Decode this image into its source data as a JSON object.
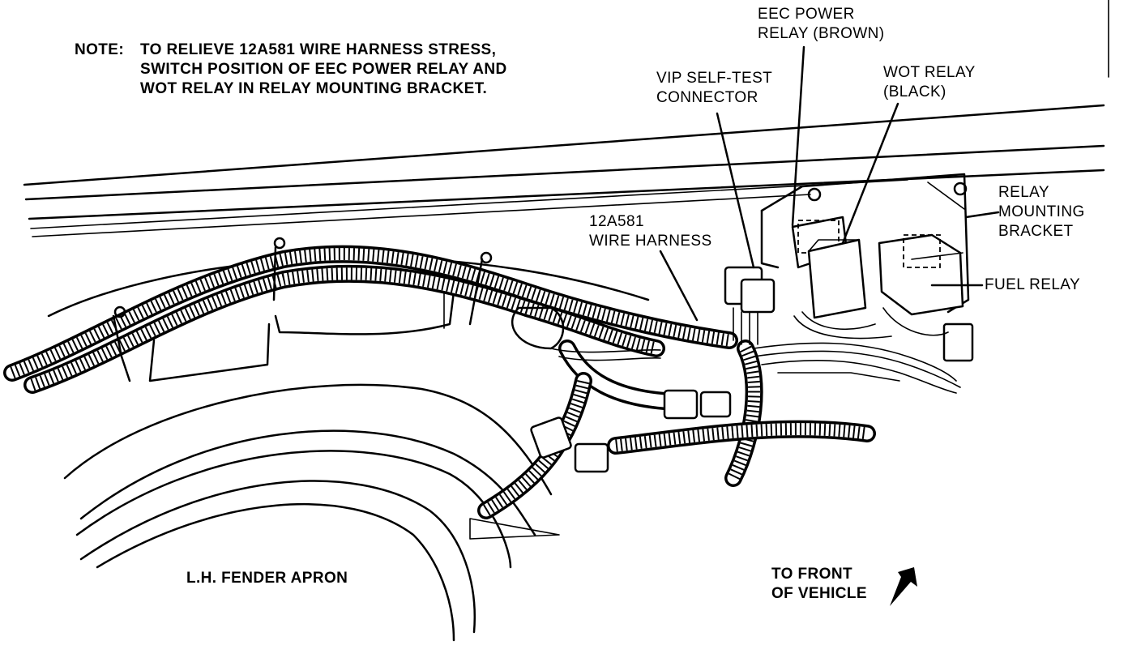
{
  "note": {
    "heading": "NOTE:",
    "lines": [
      "TO RELIEVE 12A581 WIRE HARNESS STRESS,",
      "SWITCH POSITION OF EEC POWER RELAY AND",
      "WOT RELAY IN RELAY MOUNTING BRACKET."
    ]
  },
  "labels": {
    "eec_power_relay": [
      "EEC POWER",
      "RELAY (BROWN)"
    ],
    "vip_self_test_connector": [
      "VIP SELF-TEST",
      "CONNECTOR"
    ],
    "wot_relay": [
      "WOT RELAY",
      "(BLACK)"
    ],
    "relay_mounting_bracket": [
      "RELAY",
      "MOUNTING",
      "BRACKET"
    ],
    "wire_harness": [
      "12A581",
      "WIRE HARNESS"
    ],
    "fuel_relay": "FUEL RELAY",
    "fender_apron": "L.H. FENDER APRON",
    "to_front_of_vehicle": [
      "TO FRONT",
      "OF VEHICLE"
    ]
  }
}
